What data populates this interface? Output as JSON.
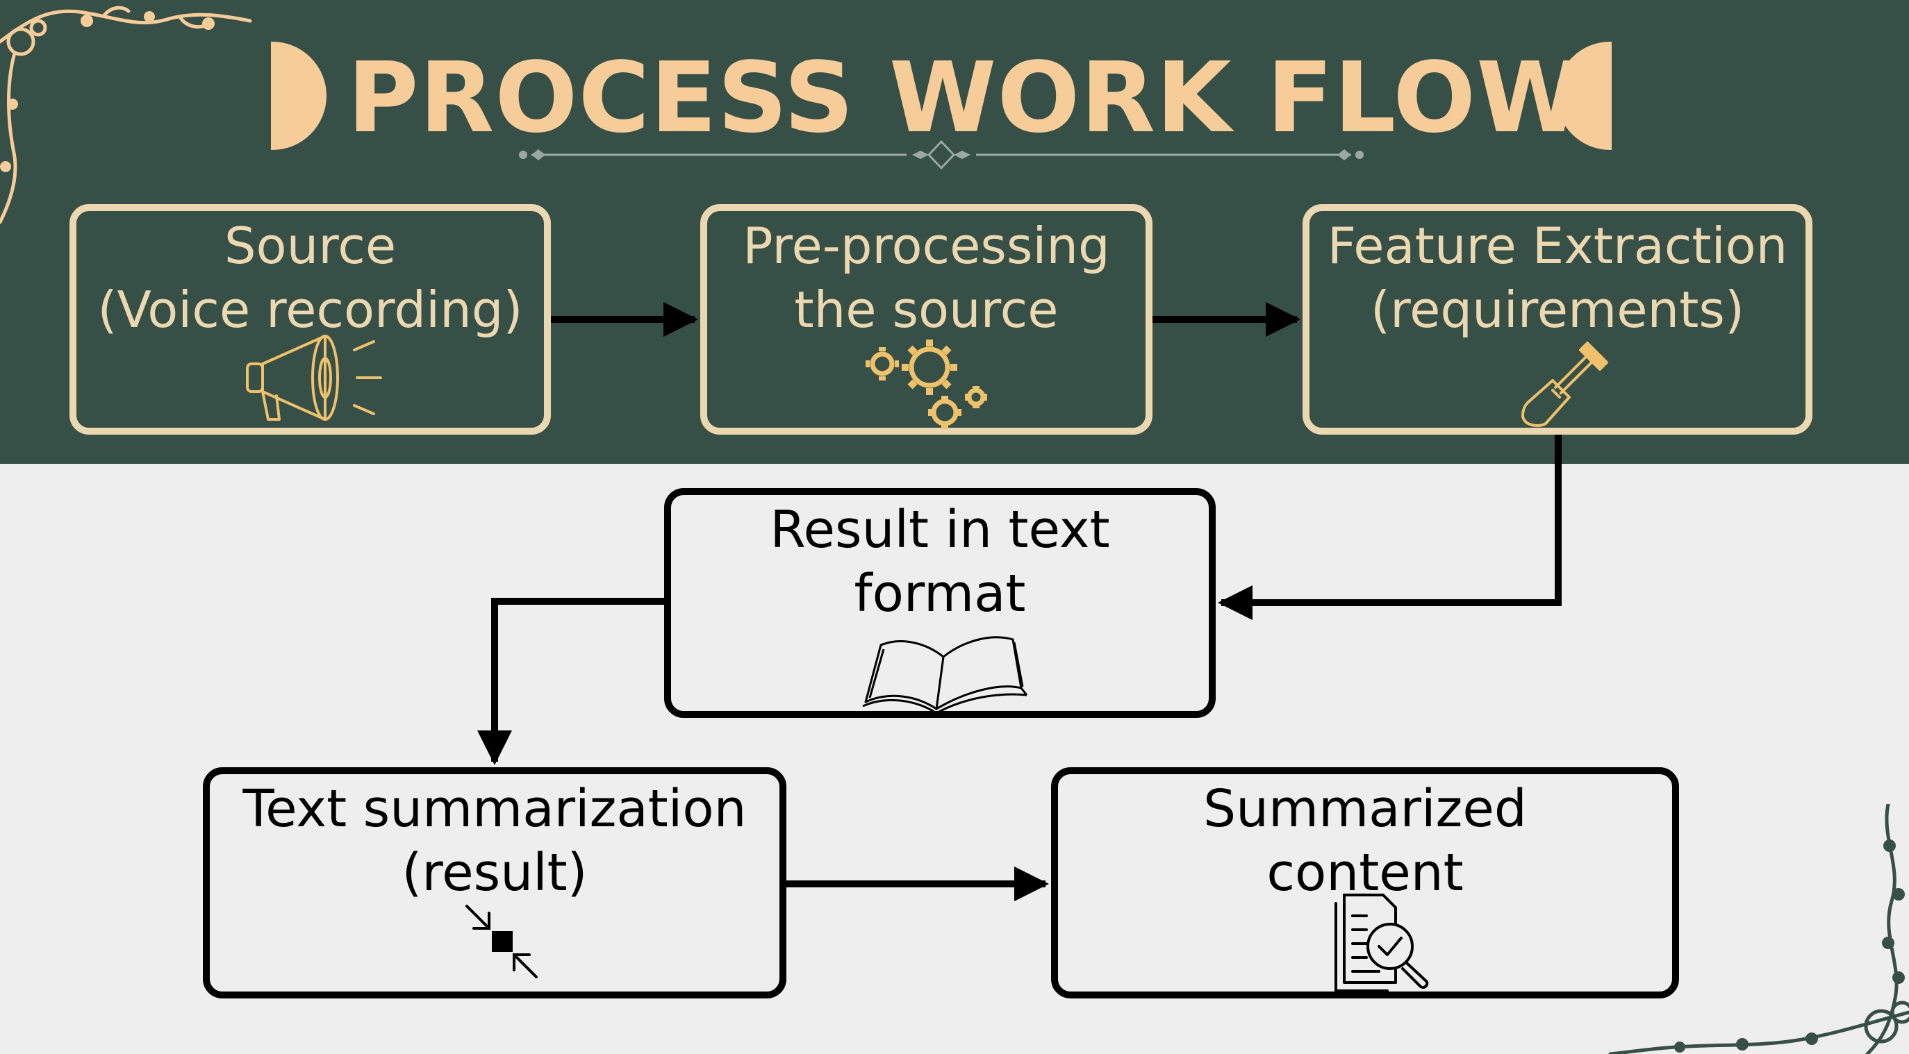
{
  "title": "PROCESS WORK FLOW",
  "colors": {
    "band": "#364f47",
    "accent": "#f6cc98",
    "box_border_dark": "#ecd8b0",
    "icon_gold": "#eec16a",
    "background": "#efeeee",
    "line": "#000000"
  },
  "steps": [
    {
      "id": "source",
      "label": "Source\n(Voice recording)",
      "icon": "megaphone-icon"
    },
    {
      "id": "preprocessing",
      "label": "Pre-processing\nthe source",
      "icon": "gears-icon"
    },
    {
      "id": "feature",
      "label": "Feature Extraction\n(requirements)",
      "icon": "shovel-icon"
    },
    {
      "id": "result",
      "label": "Result in text\nformat",
      "icon": "open-book-icon"
    },
    {
      "id": "summarization",
      "label": "Text summarization\n(result)",
      "icon": "compress-icon"
    },
    {
      "id": "summarized",
      "label": "Summarized\ncontent",
      "icon": "document-search-icon"
    }
  ],
  "connections": [
    [
      "source",
      "preprocessing"
    ],
    [
      "preprocessing",
      "feature"
    ],
    [
      "feature",
      "result"
    ],
    [
      "result",
      "summarization"
    ],
    [
      "summarization",
      "summarized"
    ]
  ]
}
